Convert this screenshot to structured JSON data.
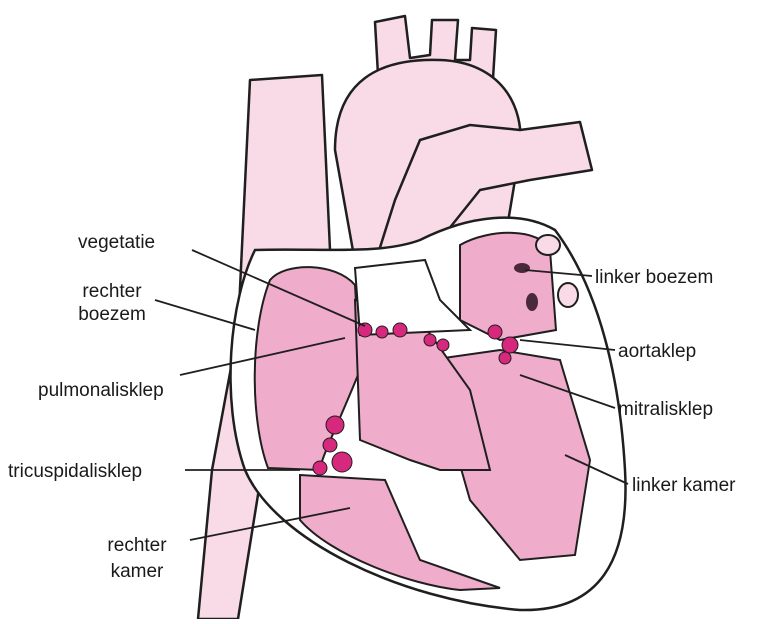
{
  "labels": {
    "vegetatie": "vegetatie",
    "rechter_boezem_l1": "rechter",
    "rechter_boezem_l2": "boezem",
    "pulmonalisklep": "pulmonalisklep",
    "tricuspidalisklep": "tricuspidalisklep",
    "rechter_kamer_l1": "rechter",
    "rechter_kamer_l2": "kamer",
    "linker_boezem": "linker boezem",
    "aortaklep": "aortaklep",
    "mitralisklep": "mitralisklep",
    "linker_kamer": "linker kamer"
  },
  "colors": {
    "vessel_fill": "#f8dbe6",
    "chamber_fill": "#efaccb",
    "vegetation_fill": "#d6287d",
    "outline": "#1f1f1f",
    "text": "#1a1a1a"
  }
}
